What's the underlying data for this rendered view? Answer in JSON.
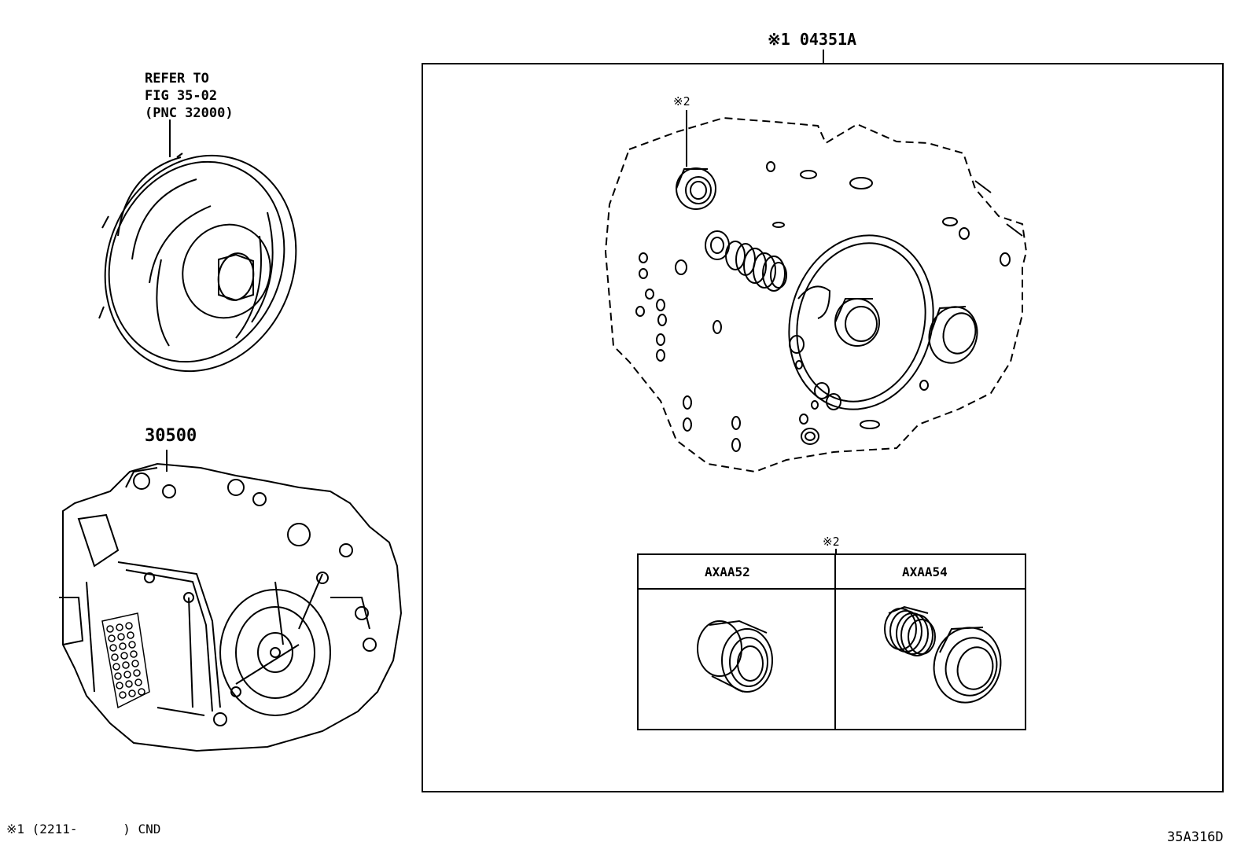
{
  "refer_note": {
    "line1": "REFER TO",
    "line2": "FIG 35-02",
    "line3": "(PNC 32000)"
  },
  "parts": {
    "transaxle_pnc": "30500",
    "gasket_kit_pnc": "※1 04351A",
    "seal_mark": "※2",
    "variant_mark": "※2"
  },
  "variants_table": {
    "col1": "AXAA52",
    "col2": "AXAA54"
  },
  "footnote": {
    "text": "※1 (2211-      ) CND"
  },
  "figure_code": "35A316D"
}
